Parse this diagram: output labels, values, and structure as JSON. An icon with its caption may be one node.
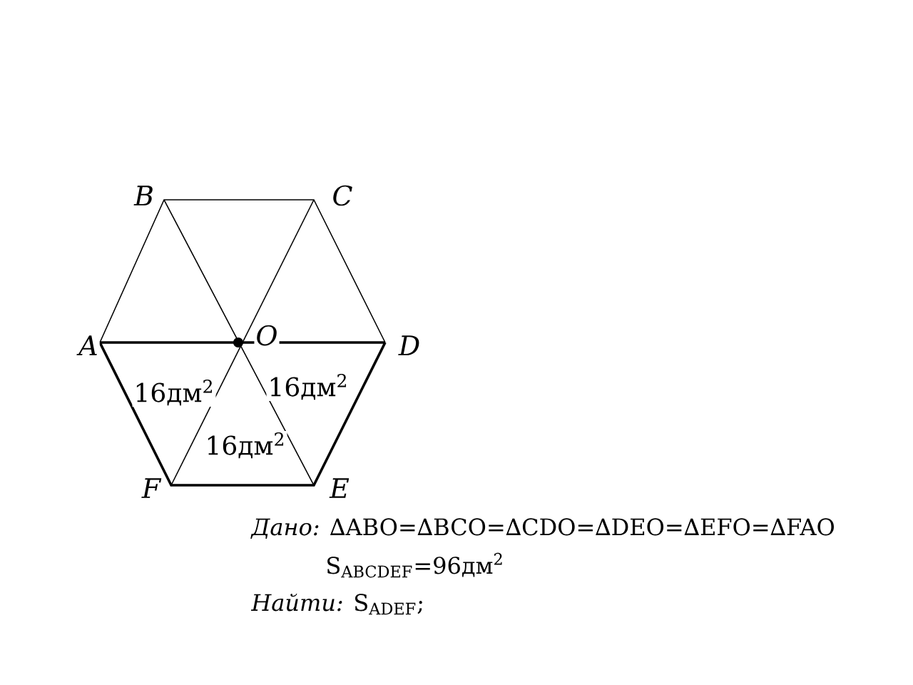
{
  "diagram": {
    "labels": [
      "B",
      "C",
      "A",
      "O",
      "D",
      "16дм$^{2}$",
      "16дм$^{2}$",
      "16дм$^{2}$",
      "F",
      "E",
      "*Дано:* ∆ABO=∆BCO=∆CDO=∆DEO=∆EFO=∆FAO",
      "S$_{ABCDEF}$=96дм$^{2}$",
      "*Найти:* S$_{ADEF}$;"
    ]
  }
}
